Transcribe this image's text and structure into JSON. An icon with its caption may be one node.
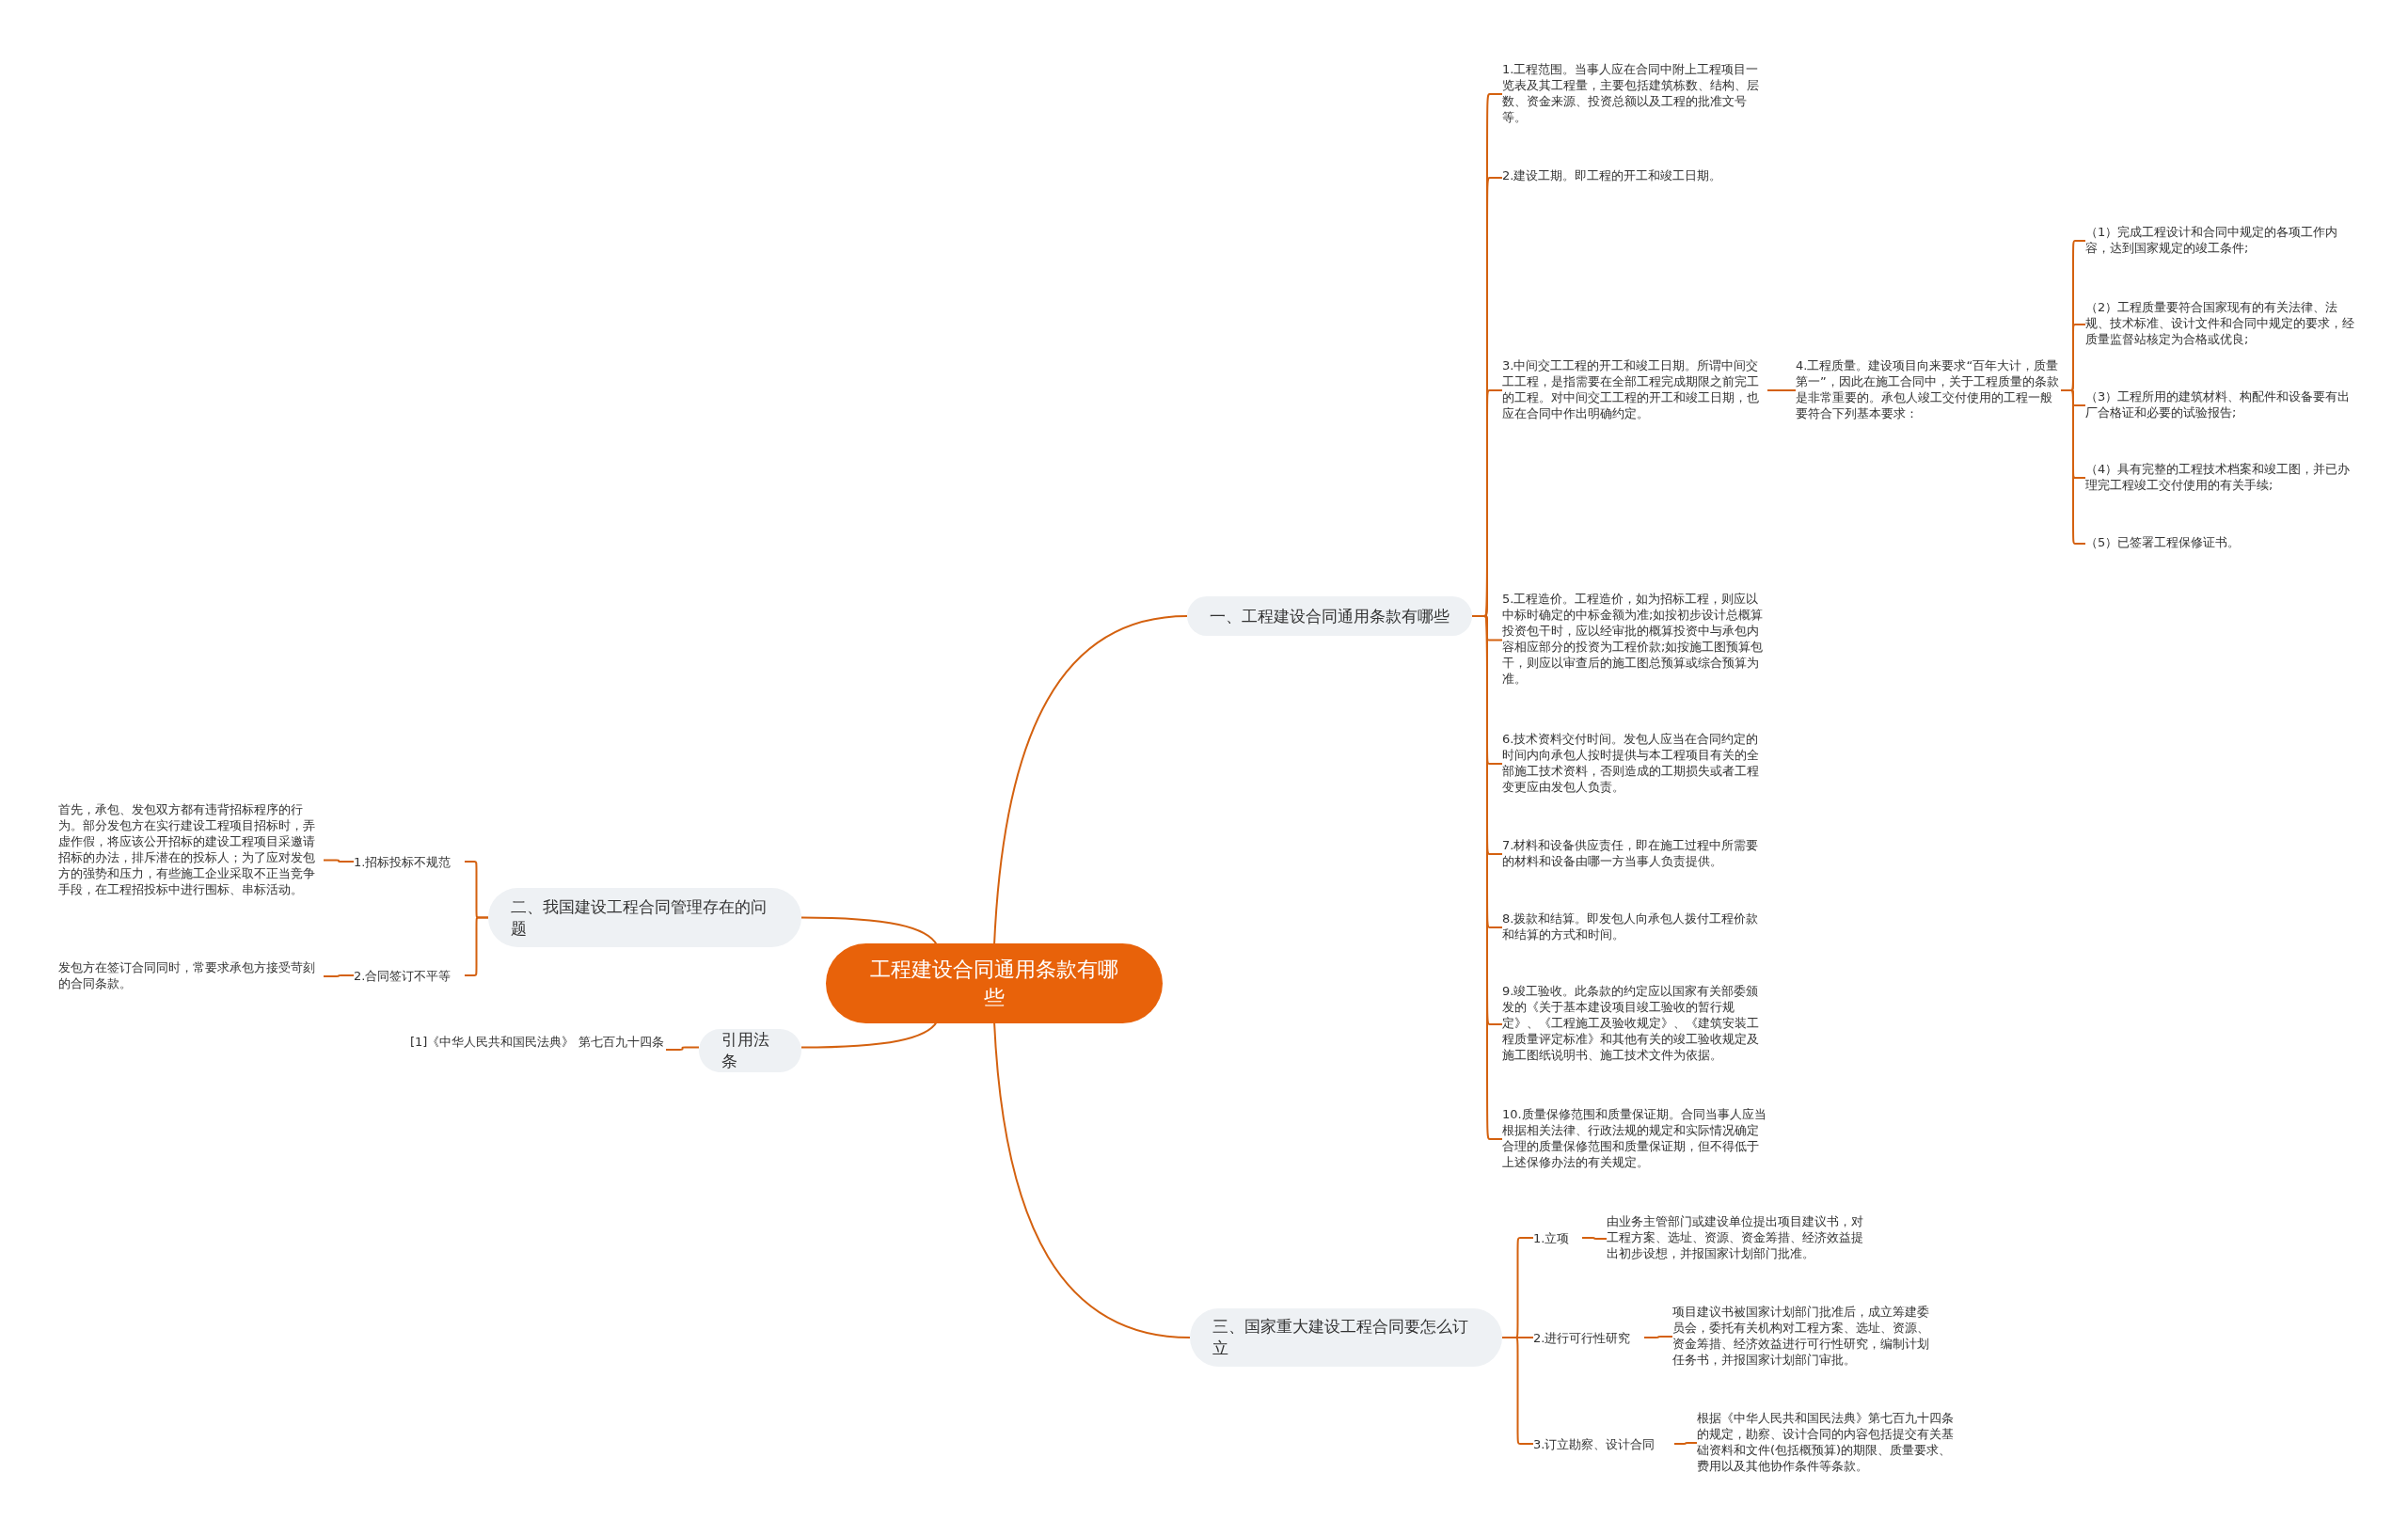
{
  "diagram": {
    "nodes": [
      {
        "text": [
          "工程建设合同通用条款有哪些"
        ]
      },
      {
        "text": [
          "一、工程建设合同通用条款有哪些"
        ]
      },
      {
        "text": [
          "1.工程范围。当事人应在合同中附上工程项目一览表及其工程量，主要包括建筑栋数、结构、层数、资金来源、投资总额以及工程的批准文号等。"
        ]
      },
      {
        "text": [
          "2.建设工期。即工程的开工和竣工日期。"
        ]
      },
      {
        "text": [
          "3.中间交工工程的开工和竣工日期。所谓中间交工工程，是指需要在全部工程完成期限之前完工的工程。对中间交工工程的开工和竣工日期，也应在合同中作出明确约定。"
        ]
      },
      {
        "text": [
          "4.工程质量。建设项目向来要求“百年大计，质量第一”，因此在施工合同中，关于工程质量的条款是非常重要的。承包人竣工交付使用的工程一般要符合下列基本要求："
        ]
      },
      {
        "text": [
          "（1）完成工程设计和合同中规定的各项工作内容，达到国家规定的竣工条件;"
        ]
      },
      {
        "text": [
          "（2）工程质量要符合国家现有的有关法律、法规、技术标准、设计文件和合同中规定的要求，经质量监督站核定为合格或优良;"
        ]
      },
      {
        "text": [
          "（3）工程所用的建筑材料、构配件和设备要有出厂合格证和必要的试验报告;"
        ]
      },
      {
        "text": [
          "（4）具有完整的工程技术档案和竣工图，并已办理完工程竣工交付使用的有关手续;"
        ]
      },
      {
        "text": [
          "（5）已签署工程保修证书。"
        ]
      },
      {
        "text": [
          "5.工程造价。工程造价，如为招标工程，则应以中标时确定的中标金额为准;如按初步设计总概算投资包干时，应以经审批的概算投资中与承包内容相应部分的投资为工程价款;如按施工图预算包干，则应以审查后的施工图总预算或综合预算为准。"
        ]
      },
      {
        "text": [
          "6.技术资料交付时间。发包人应当在合同约定的时间内向承包人按时提供与本工程项目有关的全部施工技术资料，否则造成的工期损失或者工程变更应由发包人负责。"
        ]
      },
      {
        "text": [
          "7.材料和设备供应责任，即在施工过程中所需要的材料和设备由哪一方当事人负责提供。"
        ]
      },
      {
        "text": [
          "8.拨款和结算。即发包人向承包人拨付工程价款和结算的方式和时间。"
        ]
      },
      {
        "text": [
          "9.竣工验收。此条款的约定应以国家有关部委颁发的《关于基本建设项目竣工验收的暂行规定》、《工程施工及验收规定》、《建筑安装工程质量评定标准》和其他有关的竣工验收规定及施工图纸说明书、施工技术文件为依据。"
        ]
      },
      {
        "text": [
          "10.质量保修范围和质量保证期。合同当事人应当根据相关法律、行政法规的规定和实际情况确定合理的质量保修范围和质量保证期，但不得低于上述保修办法的有关规定。"
        ]
      },
      {
        "text": [
          "二、我国建设工程合同管理存在的问题"
        ]
      },
      {
        "text": [
          "1.招标投标不规范"
        ]
      },
      {
        "text": [
          "首先，承包、发包双方都有违背招标程序的行为。部分发包方在实行建设工程项目招标时，弄虚作假，将应该公开招标的建设工程项目采邀请招标的办法，排斥潜在的投标人；为了应对发包方的强势和压力，有些施工企业采取不正当竞争手段，在工程招投标中进行围标、串标活动。"
        ]
      },
      {
        "text": [
          "2.合同签订不平等"
        ]
      },
      {
        "text": [
          "发包方在签订合同同时，常要求承包方接受苛刻的合同条款。"
        ]
      },
      {
        "text": [
          "引用法条"
        ]
      },
      {
        "text": [
          "[1]《中华人民共和国民法典》 第七百九十四条"
        ]
      },
      {
        "text": [
          "三、国家重大建设工程合同要怎么订立"
        ]
      },
      {
        "text": [
          "1.立项"
        ]
      },
      {
        "text": [
          "由业务主管部门或建设单位提出项目建议书，对工程方案、选址、资源、资金筹措、经济效益提出初步设想，并报国家计划部门批准。"
        ]
      },
      {
        "text": [
          "2.进行可行性研究"
        ]
      },
      {
        "text": [
          "项目建议书被国家计划部门批准后，成立筹建委员会，委托有关机构对工程方案、选址、资源、资金筹措、经济效益进行可行性研究，编制计划任务书，并报国家计划部门审批。"
        ]
      },
      {
        "text": [
          "3.订立勘察、设计合同"
        ]
      },
      {
        "text": [
          "根据《中华人民共和国民法典》第七百九十四条的规定，勘察、设计合同的内容包括提交有关基础资料和文件(包括概预算)的期限、质量要求、费用以及其他协作条件等条款。"
        ]
      }
    ],
    "edges": [
      {
        "from": 0,
        "to": 1,
        "arrow": "none"
      },
      {
        "from": 1,
        "to": 2,
        "arrow": "none"
      },
      {
        "from": 1,
        "to": 3,
        "arrow": "none"
      },
      {
        "from": 1,
        "to": 4,
        "arrow": "none"
      },
      {
        "from": 4,
        "to": 5,
        "arrow": "none"
      },
      {
        "from": 5,
        "to": 6,
        "arrow": "none"
      },
      {
        "from": 5,
        "to": 7,
        "arrow": "none"
      },
      {
        "from": 5,
        "to": 8,
        "arrow": "none"
      },
      {
        "from": 5,
        "to": 9,
        "arrow": "none"
      },
      {
        "from": 5,
        "to": 10,
        "arrow": "none"
      },
      {
        "from": 1,
        "to": 11,
        "arrow": "none"
      },
      {
        "from": 1,
        "to": 12,
        "arrow": "none"
      },
      {
        "from": 1,
        "to": 13,
        "arrow": "none"
      },
      {
        "from": 1,
        "to": 14,
        "arrow": "none"
      },
      {
        "from": 1,
        "to": 15,
        "arrow": "none"
      },
      {
        "from": 1,
        "to": 16,
        "arrow": "none"
      },
      {
        "from": 0,
        "to": 17,
        "arrow": "none"
      },
      {
        "from": 17,
        "to": 18,
        "arrow": "none"
      },
      {
        "from": 18,
        "to": 19,
        "arrow": "none"
      },
      {
        "from": 17,
        "to": 20,
        "arrow": "none"
      },
      {
        "from": 20,
        "to": 21,
        "arrow": "none"
      },
      {
        "from": 0,
        "to": 22,
        "arrow": "none"
      },
      {
        "from": 22,
        "to": 23,
        "arrow": "none"
      },
      {
        "from": 0,
        "to": 24,
        "arrow": "none"
      },
      {
        "from": 24,
        "to": 25,
        "arrow": "none"
      },
      {
        "from": 25,
        "to": 26,
        "arrow": "none"
      },
      {
        "from": 24,
        "to": 27,
        "arrow": "none"
      },
      {
        "from": 27,
        "to": 28,
        "arrow": "none"
      },
      {
        "from": 24,
        "to": 29,
        "arrow": "none"
      },
      {
        "from": 29,
        "to": 30,
        "arrow": "none"
      }
    ]
  }
}
